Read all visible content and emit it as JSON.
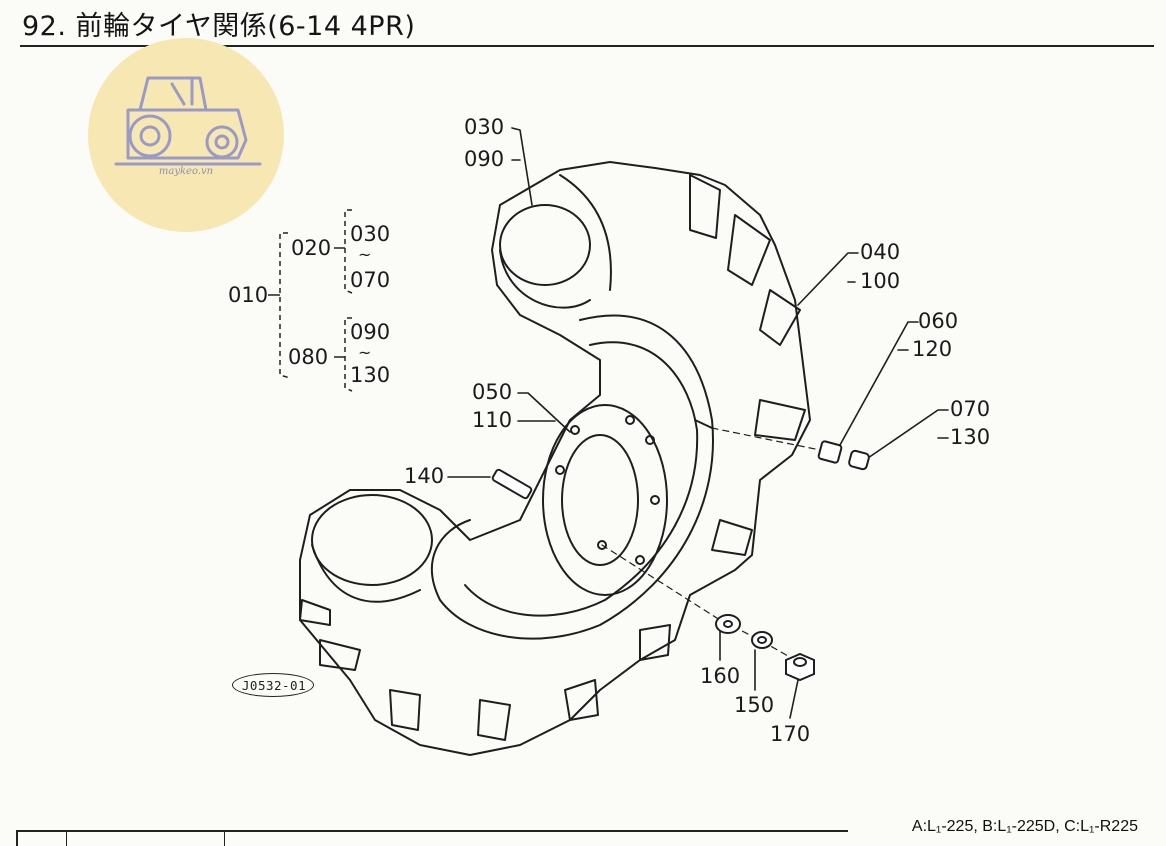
{
  "title": "92. 前輪タイヤ関係(6-14 4PR)",
  "watermark": {
    "brand": "maykeo.vn",
    "icon": "tractor-icon"
  },
  "reference_code": "J0532-01",
  "footer_note": "A:L₁-225, B:L₁-225D, C:L₁-R225",
  "tree": {
    "root": "010",
    "group_a": "020",
    "group_a_from": "030",
    "group_a_to": "070",
    "group_b": "080",
    "group_b_from": "090",
    "group_b_to": "130",
    "range_mark": "~"
  },
  "callouts": {
    "c030": "030",
    "c090": "090",
    "c040": "040",
    "c100": "100",
    "c060": "060",
    "c120": "120",
    "c070": "070",
    "c130": "130",
    "c050": "050",
    "c110": "110",
    "c140": "140",
    "c160": "160",
    "c150": "150",
    "c170": "170"
  }
}
